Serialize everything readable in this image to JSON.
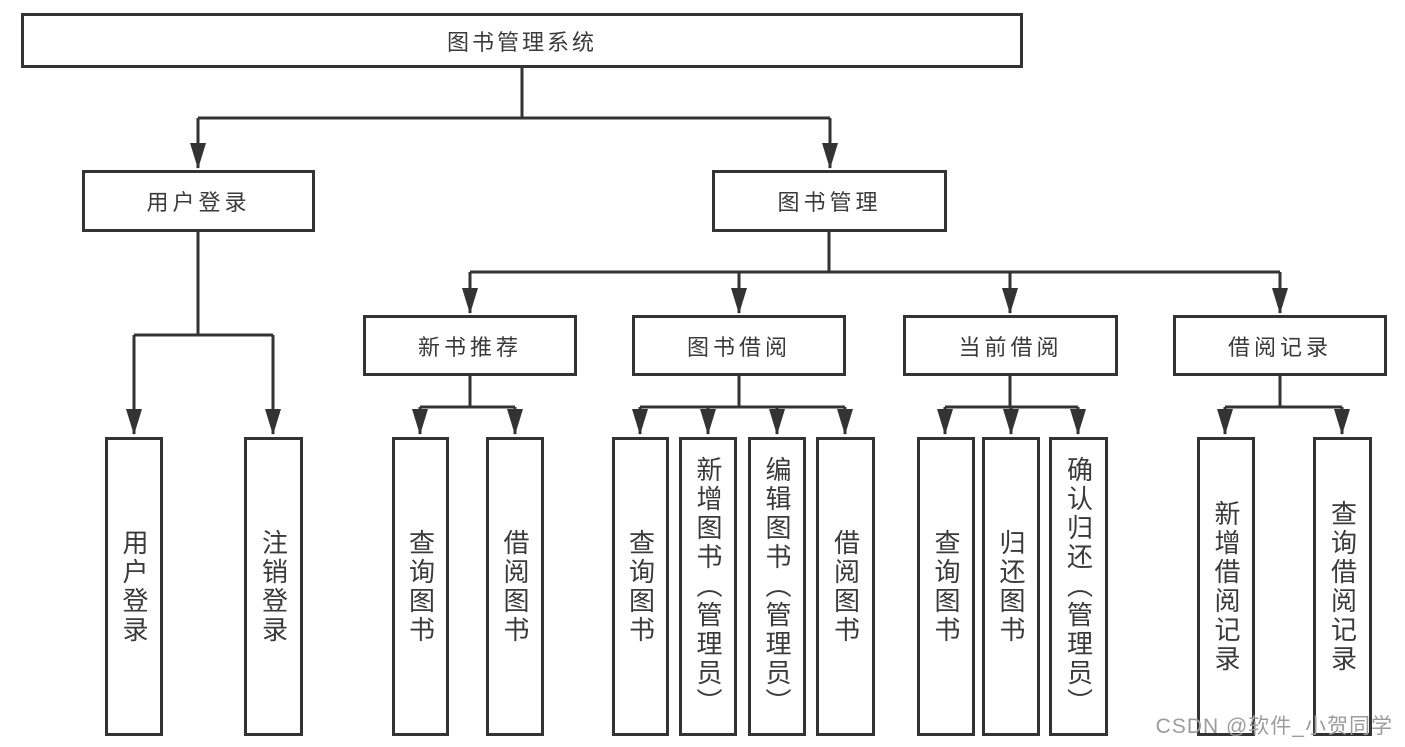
{
  "diagram": {
    "title": "图书管理系统",
    "level2": [
      {
        "label": "用户登录"
      },
      {
        "label": "图书管理"
      }
    ],
    "level3": [
      {
        "label": "新书推荐"
      },
      {
        "label": "图书借阅"
      },
      {
        "label": "当前借阅"
      },
      {
        "label": "借阅记录"
      }
    ],
    "leaves": {
      "user_login": [
        "用户登录",
        "注销登录"
      ],
      "new_book": [
        "查询图书",
        "借阅图书"
      ],
      "book_borrow": [
        "查询图书",
        "新增图书（管理员）",
        "编辑图书（管理员）",
        "借阅图书"
      ],
      "current_borrow": [
        "查询图书",
        "归还图书",
        "确认归还（管理员）"
      ],
      "borrow_record": [
        "新增借阅记录",
        "查询借阅记录"
      ]
    }
  },
  "watermark": {
    "text": "CSDN @软件_小贺同学"
  },
  "colors": {
    "line": "#333333",
    "text": "#3a3a3a",
    "watermark": "#9c9c9c",
    "background": "#ffffff"
  }
}
